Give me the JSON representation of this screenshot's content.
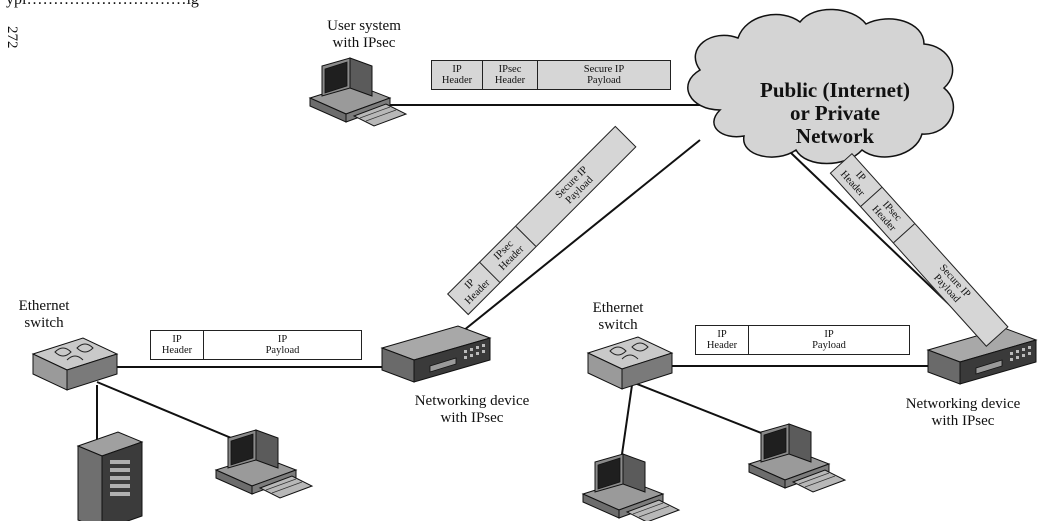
{
  "caption": "ypi…………………………ig",
  "page_number": "272",
  "cloud": {
    "lines": [
      "Public (Internet)",
      "or Private",
      "Network"
    ]
  },
  "labels": {
    "user_system": [
      "User system",
      "with IPsec"
    ],
    "ethernet_switch_left": [
      "Ethernet",
      "switch"
    ],
    "ethernet_switch_right": [
      "Ethernet",
      "switch"
    ],
    "networking_device_left": [
      "Networking device",
      "with IPsec"
    ],
    "networking_device_right": [
      "Networking device",
      "with IPsec"
    ]
  },
  "packets": {
    "secure": {
      "ip_header": [
        "IP",
        "Header"
      ],
      "ipsec_header": [
        "IPsec",
        "Header"
      ],
      "payload": [
        "Secure IP",
        "Payload"
      ]
    },
    "plain": {
      "ip_header": [
        "IP",
        "Header"
      ],
      "payload": [
        "IP",
        "Payload"
      ]
    }
  },
  "colors": {
    "cloud_fill": "#d4d4d4",
    "secure_packet_fill": "#d6d6d6",
    "device_body": "#bdbdbd",
    "device_dark": "#3a3a3a",
    "line": "#111111"
  },
  "icons": [
    "computer-icon",
    "server-icon",
    "ethernet-switch-icon",
    "networking-device-icon",
    "cloud-icon"
  ]
}
